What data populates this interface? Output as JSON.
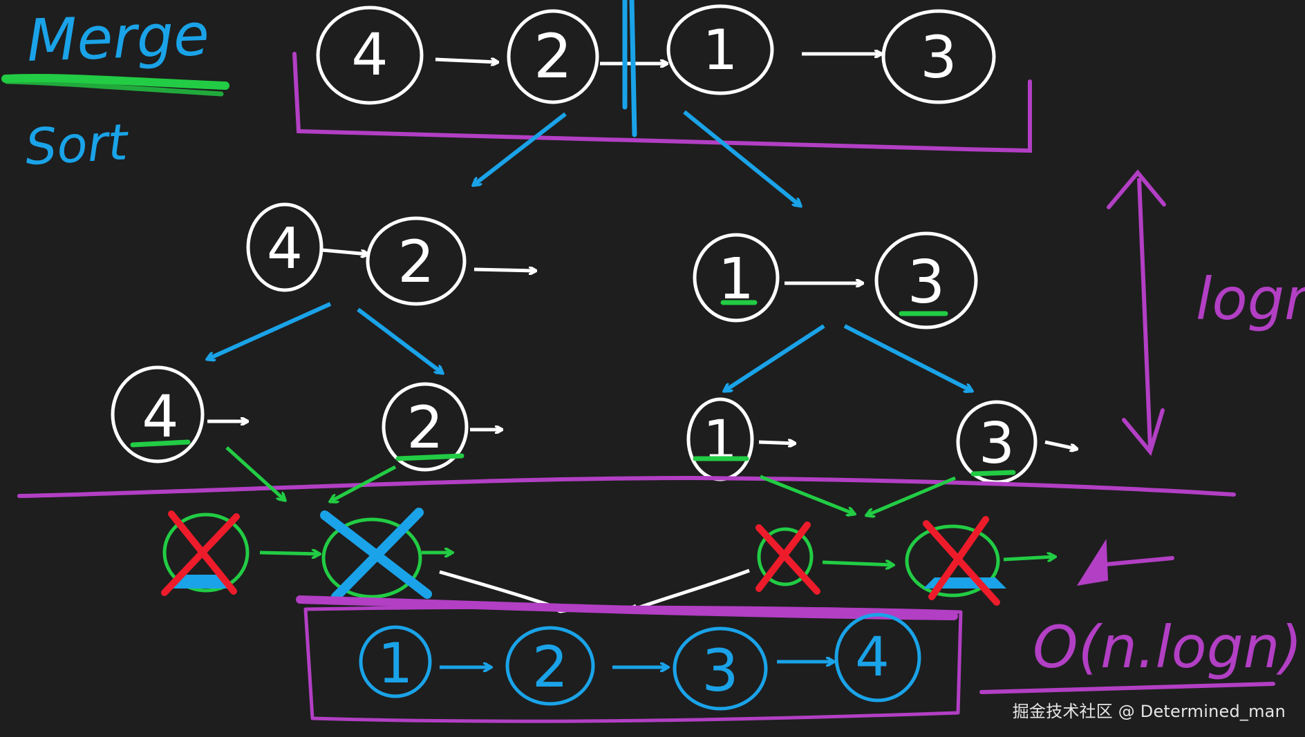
{
  "title": {
    "line1": "Merge",
    "line2": "Sort"
  },
  "complexity": {
    "depth_label": "logn",
    "big_o": "O(n.logn)"
  },
  "levels": {
    "original": [
      "4",
      "2",
      "1",
      "3"
    ],
    "split_left": [
      "4",
      "2"
    ],
    "split_right": [
      "1",
      "3"
    ],
    "singles": [
      "4",
      "2",
      "1",
      "3"
    ],
    "merged": [
      "1",
      "2",
      "3",
      "4"
    ]
  },
  "watermark": "掘金技术社区 @ Determined_man",
  "colors": {
    "background": "#1e1e1e",
    "white": "#ffffff",
    "blue": "#1aa3e8",
    "green": "#22cc44",
    "purple": "#b23fc4",
    "red": "#ee1c2b"
  }
}
